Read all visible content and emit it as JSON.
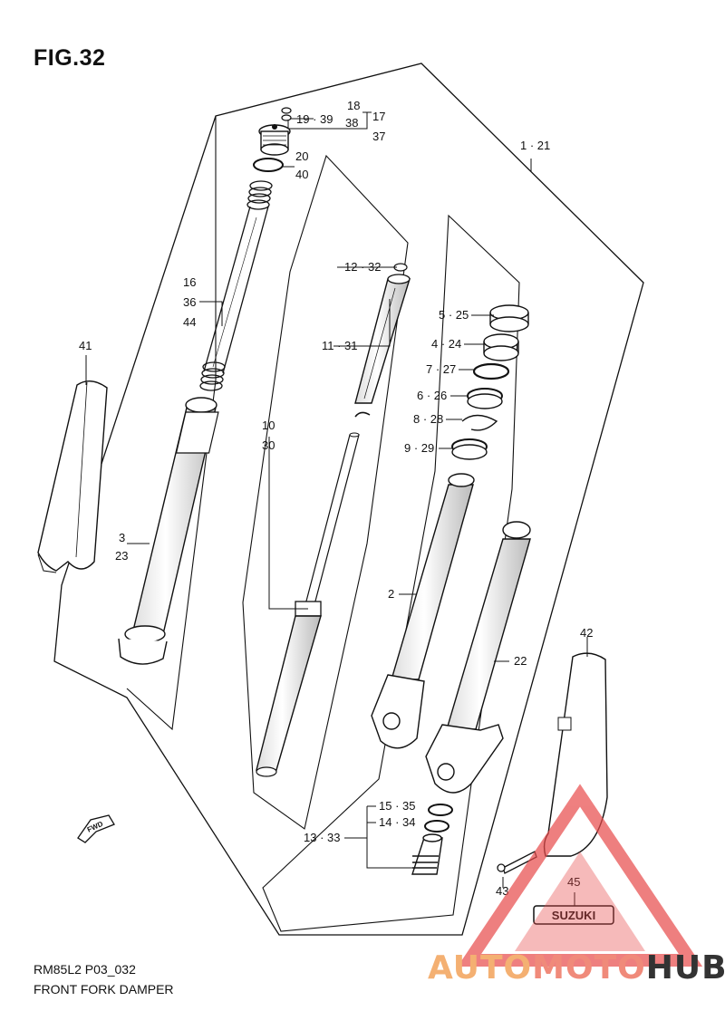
{
  "figure": {
    "title": "FIG.32",
    "code": "RM85L2 P03_032",
    "name": "FRONT FORK DAMPER"
  },
  "callouts": {
    "c18": "18",
    "c19_39": "19 · 39",
    "c38": "38",
    "c17": "17",
    "c37": "37",
    "c20": "20",
    "c40": "40",
    "c1_21": "1 · 21",
    "c16": "16",
    "c36": "36",
    "c44": "44",
    "c12_32": "12 · 32",
    "c11_31": "11 · 31",
    "c10": "10",
    "c30": "30",
    "c41": "41",
    "c3": "3",
    "c23": "23",
    "c5_25": "5 · 25",
    "c4_24": "4 · 24",
    "c7_27": "7 · 27",
    "c6_26": "6 · 26",
    "c8_28": "8 · 28",
    "c9_29": "9 · 29",
    "c2": "2",
    "c22": "22",
    "c42": "42",
    "c15_35": "15 · 35",
    "c14_34": "14 · 34",
    "c13_33": "13 · 33",
    "c43": "43",
    "c45": "45"
  },
  "decal_text": "SUZUKI",
  "fwd_text": "FWD",
  "watermark": {
    "part1": "AUTO",
    "part2": "MOTO",
    "part3": "HUB"
  },
  "colors": {
    "line": "#111111",
    "watermark_red": "#e84a4a",
    "watermark_orange": "#f4b072"
  }
}
